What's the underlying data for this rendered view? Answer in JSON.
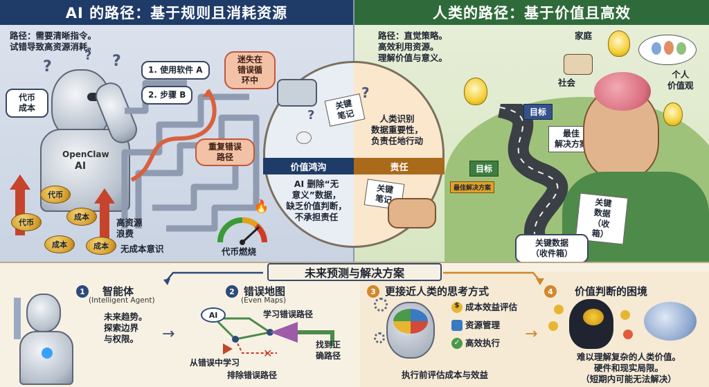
{
  "left": {
    "title": "AI 的路径：基于规则且消耗资源",
    "intro": [
      "路径：需要清晰指令。",
      "试错导致高资源消耗。"
    ],
    "robot_label": "OpenClaw",
    "robot_label2": "AI",
    "bubble_cost": [
      "代币",
      "成本"
    ],
    "step1": "1. 使用软件 A",
    "step2": "2. 步骤 B",
    "lost": [
      "迷失在",
      "错误循",
      "环中"
    ],
    "repeat": [
      "重复错误",
      "路径"
    ],
    "waste": [
      "高资源",
      "浪费"
    ],
    "no_cost": "无成本意识",
    "coin_labels": [
      "代币",
      "代币",
      "成本",
      "成本",
      "成本"
    ],
    "gauge_label": "代币燃烧"
  },
  "right": {
    "title": "人类的路径：基于价值且高效",
    "intro": [
      "路径：直觉策略。",
      "高效利用资源。",
      "理解价值与意义。"
    ],
    "family": "家庭",
    "society": "社会",
    "personal": [
      "个人",
      "价值观"
    ],
    "sign_goal1": "目标",
    "best": [
      "最佳",
      "解决方案"
    ],
    "sign_goal2": "目标",
    "sign_best": "最佳解决方案",
    "card_right": [
      "关键",
      "数据",
      "（收",
      "箱）"
    ],
    "inbox_label": [
      "关键数据",
      "（收件箱）"
    ]
  },
  "center": {
    "note_top": [
      "关键",
      "笔记"
    ],
    "human_text": [
      "人类识别",
      "数据重要性，",
      "负责任地行动"
    ],
    "band_left": "价值鸿沟",
    "band_right": "责任",
    "ai_text": [
      "AI 删除“无",
      "意义”数据，",
      "缺乏价值判断，",
      "不承担责任"
    ],
    "note_bottom": [
      "关键",
      "笔记"
    ]
  },
  "future": {
    "title": "未来预测与解决方案",
    "sections": [
      {
        "num": "1",
        "title": "智能体",
        "sub": "(Intelligent Agent)",
        "text": [
          "未来趋势。",
          "探索边界",
          "与权限。"
        ]
      },
      {
        "num": "2",
        "title": "错误地图",
        "sub": "(Even Maps)",
        "labels": [
          "学习错误路径",
          "找到正",
          "确路径",
          "从错误中学习",
          "排除错误路径"
        ],
        "ai": "AI"
      },
      {
        "num": "3",
        "title": "更接近人类的思考方式",
        "items": [
          "成本效益评估",
          "资源管理",
          "高效执行"
        ],
        "caption": "执行前评估成本与效益"
      },
      {
        "num": "4",
        "title": "价值判断的困境",
        "text": [
          "难以理解复杂的人类价值。",
          "硬件和现实局限。",
          "（短期内可能无法解决）"
        ]
      }
    ]
  },
  "colors": {
    "left_header": "#1f3b68",
    "right_header": "#2f6b3a",
    "accent_orange": "#d1872b",
    "accent_red": "#c6442c"
  }
}
